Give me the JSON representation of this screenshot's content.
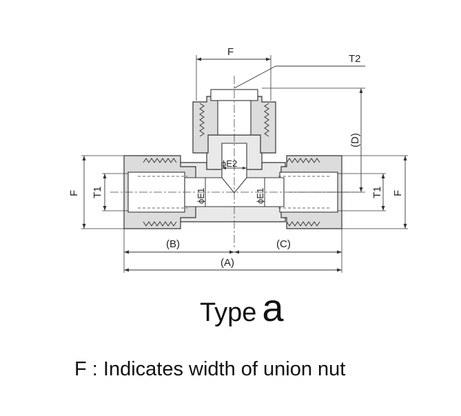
{
  "drawing": {
    "labels": {
      "F_top": "F",
      "T2": "T2",
      "D": "(D)",
      "E2": "ϕE2",
      "E1_left": "ϕE1",
      "E1_right": "ϕE1",
      "F_left": "F",
      "T1_left": "T1",
      "T1_right": "T1",
      "F_right": "F",
      "B": "(B)",
      "C": "(C)",
      "A": "(A)"
    }
  },
  "title": {
    "word": "Type",
    "letter": "a"
  },
  "caption": "F : Indicates width of union nut"
}
